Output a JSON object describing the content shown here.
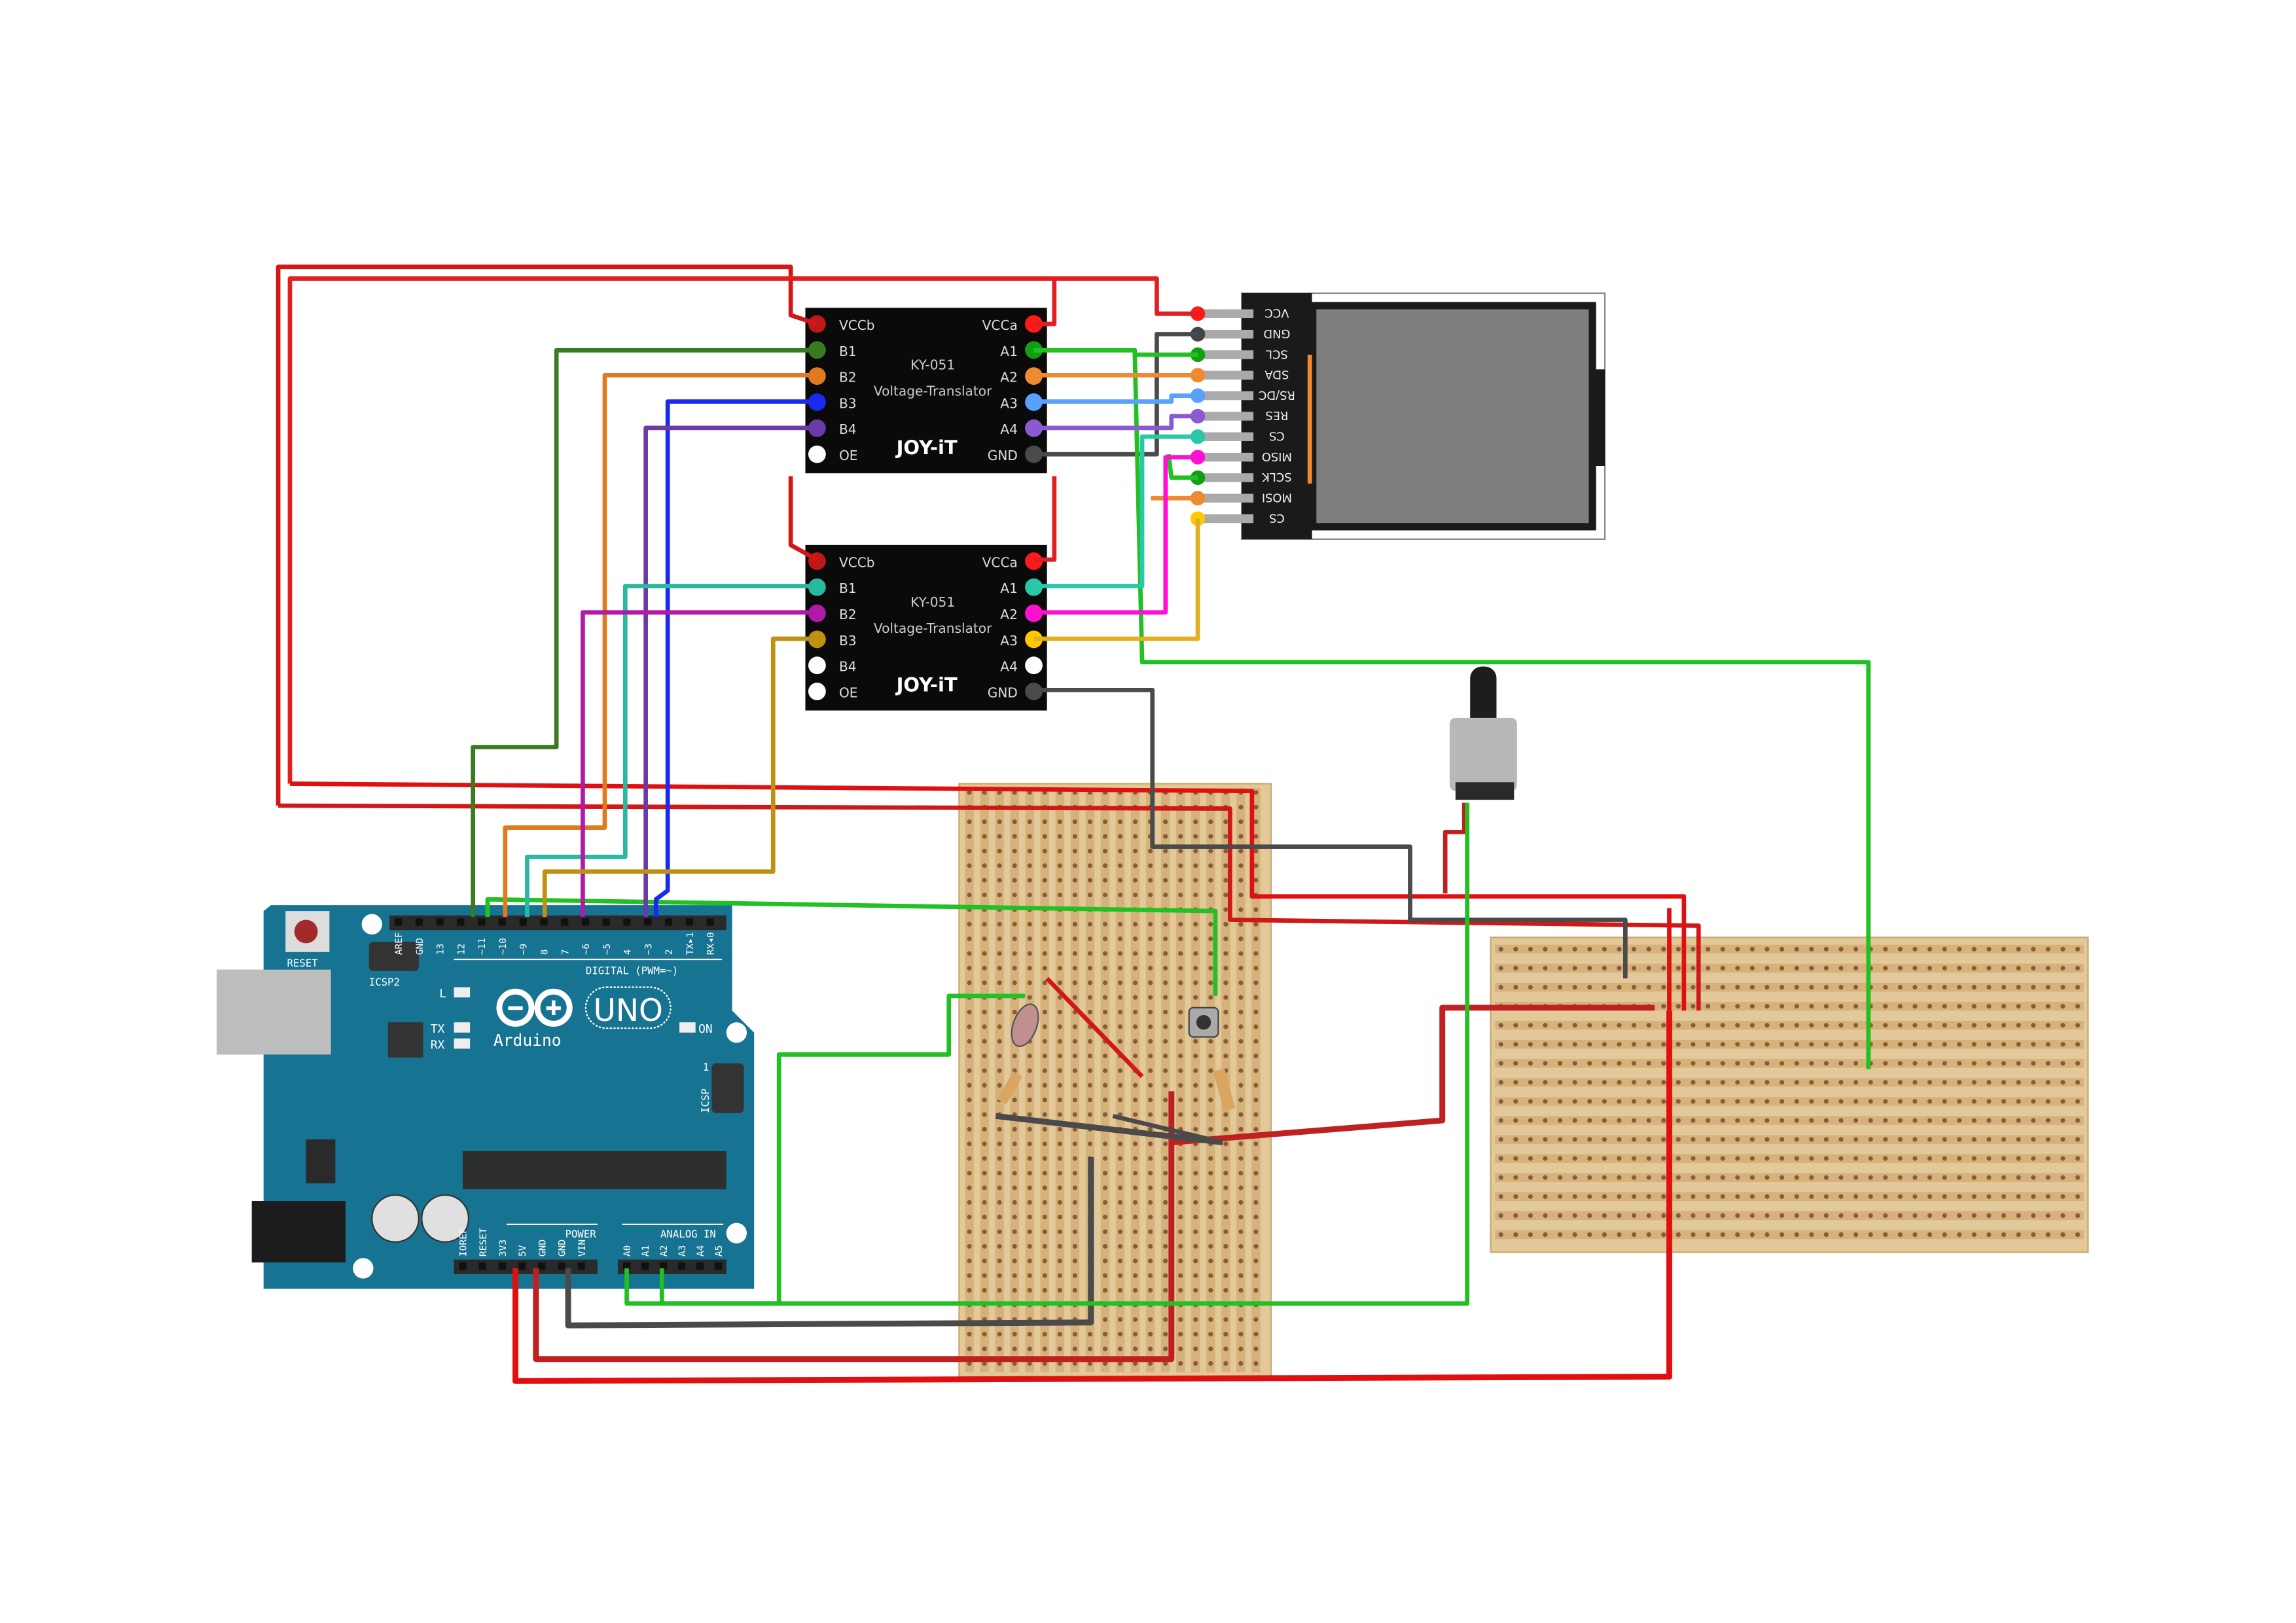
{
  "translators": [
    {
      "model": "KY-051",
      "subtitle": "Voltage-Translator",
      "brand": "JOY-iT",
      "left_pins": [
        "VCCb",
        "B1",
        "B2",
        "B3",
        "B4",
        "OE"
      ],
      "right_pins": [
        "VCCa",
        "A1",
        "A2",
        "A3",
        "A4",
        "GND"
      ],
      "left_colors": [
        "#c01818",
        "#3a7a22",
        "#e07a20",
        "#1a2af0",
        "#6a3aa8",
        "#ffffff"
      ],
      "right_colors": [
        "#ff1a1a",
        "#12a012",
        "#f08a30",
        "#5aa0ff",
        "#8a5ad0",
        "#4a4a4a"
      ]
    },
    {
      "model": "KY-051",
      "subtitle": "Voltage-Translator",
      "brand": "JOY-iT",
      "left_pins": [
        "VCCb",
        "B1",
        "B2",
        "B3",
        "B4",
        "OE"
      ],
      "right_pins": [
        "VCCa",
        "A1",
        "A2",
        "A3",
        "A4",
        "GND"
      ],
      "left_colors": [
        "#c01818",
        "#2ab8a0",
        "#b01aa8",
        "#c09010",
        "#ffffff",
        "#ffffff"
      ],
      "right_colors": [
        "#ff1a1a",
        "#2ac8a8",
        "#ff10d0",
        "#ffc800",
        "#ffffff",
        "#4a4a4a"
      ]
    }
  ],
  "display": {
    "pins": [
      "VCC",
      "GND",
      "SCL",
      "SDA",
      "RS/DC",
      "RES",
      "CS",
      "MISO",
      "SCLK",
      "MOSI",
      "CS"
    ],
    "pin_colors": [
      "#ff1a1a",
      "#444444",
      "#12a012",
      "#f08a30",
      "#5aa0ff",
      "#8a5ad0",
      "#2ac8a8",
      "#ff10d0",
      "#12a012",
      "#f08a30",
      "#ffc800"
    ]
  },
  "arduino": {
    "logo": "Arduino",
    "model": "UNO",
    "reset_label": "RESET",
    "icsp2_label": "ICSP2",
    "icsp_label": "ICSP",
    "icsp_pin1": "1",
    "led_l": "L",
    "led_tx": "TX",
    "led_rx": "RX",
    "led_on": "ON",
    "digital_label": "DIGITAL (PWM=~)",
    "power_label": "POWER",
    "analog_label": "ANALOG IN",
    "digital_pins": [
      "AREF",
      "GND",
      "13",
      "12",
      "~11",
      "~10",
      "~9",
      "8",
      "7",
      "~6",
      "~5",
      "4",
      "~3",
      "2",
      "TX▸1",
      "RX◂0"
    ],
    "power_pins": [
      "IOREF",
      "RESET",
      "3V3",
      "5V",
      "GND",
      "GND",
      "VIN"
    ],
    "analog_pins": [
      "A0",
      "A1",
      "A2",
      "A3",
      "A4",
      "A5"
    ]
  },
  "colors": {
    "board": "#167391",
    "stripboard": "#e3c99a",
    "translator": "#0a0a0a",
    "wire_red": "#e01010",
    "wire_dark_red": "#c02020",
    "wire_green": "#22c022",
    "wire_gray": "#4a4a4a",
    "wire_orange": "#f08a30"
  }
}
